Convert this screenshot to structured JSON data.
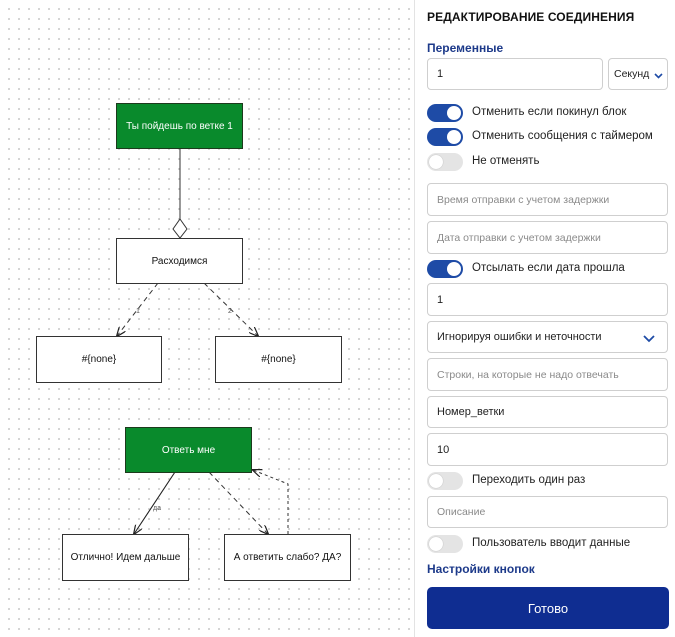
{
  "canvas": {
    "nodes": [
      {
        "id": "n1",
        "label": "Ты пойдешь по ветке 1"
      },
      {
        "id": "n2",
        "label": "Расходимся"
      },
      {
        "id": "n3",
        "label": "#{none}"
      },
      {
        "id": "n4",
        "label": "#{none}"
      },
      {
        "id": "n5",
        "label": "Ответь мне"
      },
      {
        "id": "n6",
        "label": "Отлично! Идем дальше"
      },
      {
        "id": "n7",
        "label": "А ответить слабо? ДА?"
      }
    ],
    "edge_labels": [
      "1",
      "2",
      "да"
    ]
  },
  "panel": {
    "title": "РЕДАКТИРОВАНИЕ СОЕДИНЕНИЯ",
    "variables_label": "Переменные",
    "delay_value": "1",
    "unit_select": "Секунд",
    "toggle_cancel_left": {
      "label": "Отменить если покинул блок",
      "on": true
    },
    "toggle_cancel_timer": {
      "label": "Отменить сообщения с таймером",
      "on": true
    },
    "toggle_no_cancel": {
      "label": "Не отменять",
      "on": false
    },
    "send_time_placeholder": "Время отправки с учетом задержки",
    "send_date_placeholder": "Дата отправки с учетом задержки",
    "toggle_send_past": {
      "label": "Отсылать если дата прошла",
      "on": true
    },
    "count_value": "1",
    "error_mode_select": "Игнорируя ошибки и неточности",
    "skip_lines_placeholder": "Строки, на которые не надо отвечать",
    "branch_var_value": "Номер_ветки",
    "ten_value": "10",
    "toggle_once": {
      "label": "Переходить один раз",
      "on": false
    },
    "description_placeholder": "Описание",
    "toggle_user_input": {
      "label": "Пользователь вводит данные",
      "on": false
    },
    "button_settings_label": "Настройки кнопок",
    "done_label": "Готово"
  },
  "colors": {
    "accent": "#1e4ba6",
    "done_button": "#0f2d91",
    "node_green": "#098a2c",
    "section_blue": "#1d3a8a"
  }
}
